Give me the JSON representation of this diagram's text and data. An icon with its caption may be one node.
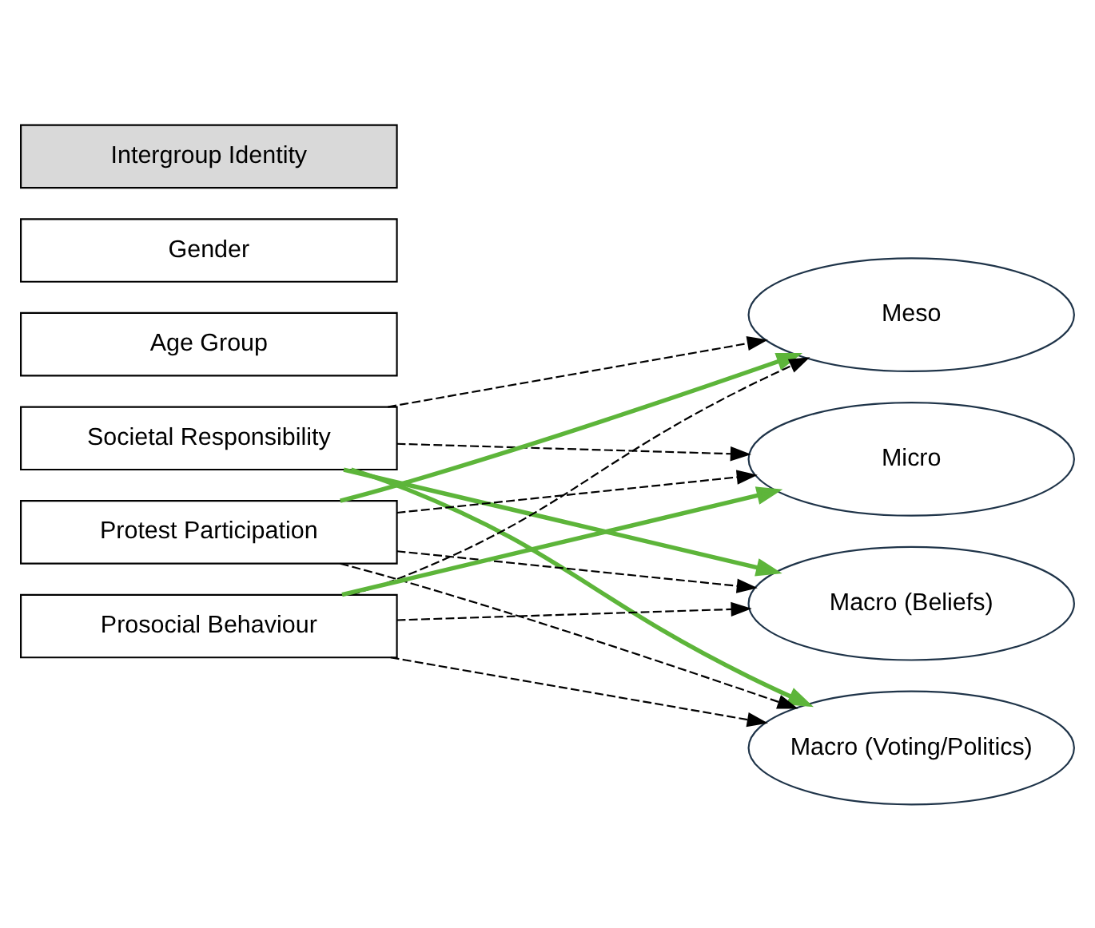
{
  "diagram": {
    "nodes": [
      {
        "text": [
          "Societal Responsibility"
        ]
      },
      {
        "text": [
          "Macro (Beliefs)"
        ]
      },
      {
        "text": [
          "Macro (Voting/Politics)"
        ]
      },
      {
        "text": [
          "Protest Participation"
        ]
      },
      {
        "text": [
          "Meso"
        ]
      },
      {
        "text": [
          "Prosocial Behaviour"
        ]
      },
      {
        "text": [
          "Micro"
        ]
      },
      {
        "text": [
          "Age Group"
        ]
      },
      {
        "text": [
          "Gender"
        ]
      },
      {
        "text": [
          "Intergroup Identity"
        ]
      }
    ],
    "edges": [
      {
        "from": 0,
        "to": 1,
        "arrow": "to",
        "style": "thick",
        "color": "#5db53a"
      },
      {
        "from": 0,
        "to": 2,
        "arrow": "to",
        "style": "thick",
        "color": "#5db53a"
      },
      {
        "from": 0,
        "to": 4,
        "arrow": "to",
        "style": "dashed"
      },
      {
        "from": 0,
        "to": 6,
        "arrow": "to",
        "style": "dashed"
      },
      {
        "from": 3,
        "to": 1,
        "arrow": "to",
        "style": "dashed"
      },
      {
        "from": 3,
        "to": 2,
        "arrow": "to",
        "style": "dashed"
      },
      {
        "from": 3,
        "to": 4,
        "arrow": "to",
        "style": "thick",
        "color": "#5db53a"
      },
      {
        "from": 3,
        "to": 6,
        "arrow": "to",
        "style": "dashed"
      },
      {
        "from": 5,
        "to": 1,
        "arrow": "to",
        "style": "dashed"
      },
      {
        "from": 5,
        "to": 2,
        "arrow": "to",
        "style": "dashed"
      },
      {
        "from": 5,
        "to": 4,
        "arrow": "to",
        "style": "dashed"
      },
      {
        "from": 5,
        "to": 6,
        "arrow": "to",
        "style": "thick",
        "color": "#5db53a"
      }
    ]
  }
}
